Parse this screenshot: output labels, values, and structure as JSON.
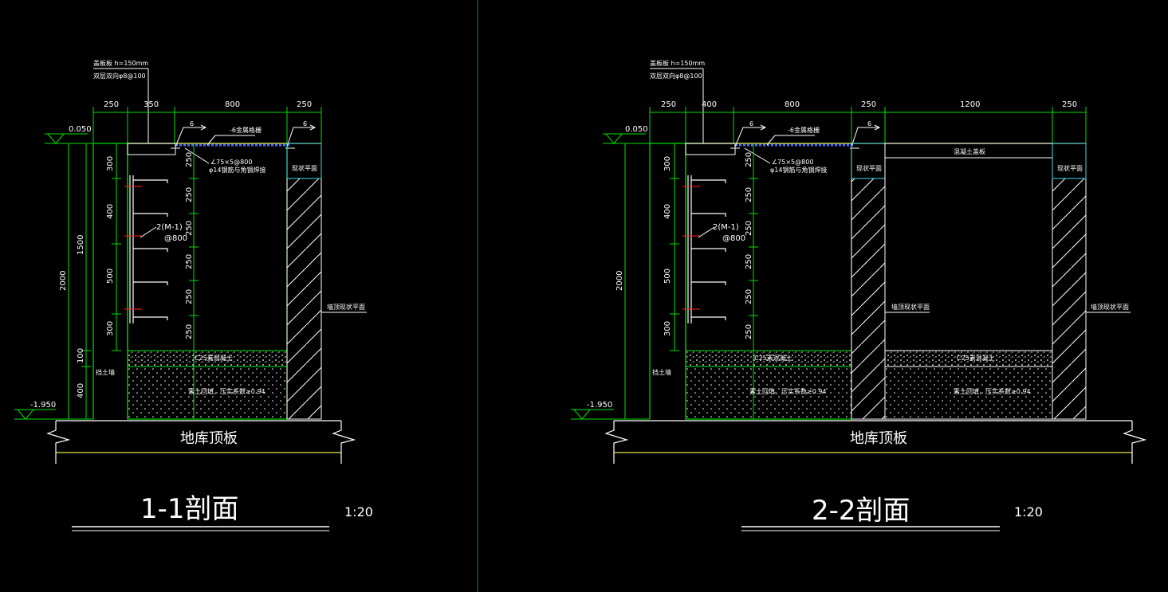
{
  "colors": {
    "background": "#000000",
    "green": "#00e000",
    "white": "#ffffff",
    "yellow": "#e8e840",
    "cyan": "#40d8e8",
    "blue": "#4a6cff",
    "red": "#ff2020",
    "viewport_divider": "#1a8a2a"
  },
  "left": {
    "note_line1": "盖板板 h=150mm",
    "note_line2": "双层双向φ8@100",
    "top_dims": [
      "250",
      "350",
      "800",
      "250"
    ],
    "elev_top": "0.050",
    "elev_bottom": "-1.950",
    "left_dims": [
      "300",
      "400",
      "500",
      "300"
    ],
    "total_dims": [
      "1500",
      "2000"
    ],
    "base_dims": [
      "100",
      "400"
    ],
    "inner_dims": [
      "250",
      "250",
      "250",
      "250",
      "250",
      "250"
    ],
    "section_mark": "6",
    "grating_label": "-6金属格栅",
    "steel_label_1": "∠75×5@800",
    "steel_label_2": "φ14钢筋与角钢焊接",
    "bracket_label_1": "2(M-1)",
    "bracket_label_2": "@800",
    "retain_wall": "挡土墙",
    "top_finish": "现状平面",
    "wall_label": "墙顶现状平面",
    "concrete_label": "C25素混凝土",
    "soil_label": "素土回填，压实系数≥0.94",
    "ground_label": "地库顶板",
    "title": "1-1剖面",
    "scale": "1:20"
  },
  "right": {
    "note_line1": "盖板板 h=150mm",
    "note_line2": "双层双向φ8@100",
    "top_dims": [
      "250",
      "400",
      "800",
      "250",
      "1200",
      "250"
    ],
    "elev_top": "0.050",
    "elev_bottom": "-1.950",
    "left_dims": [
      "300",
      "400",
      "500",
      "300"
    ],
    "total_dims": [
      "2000"
    ],
    "base_dims": [
      "100",
      "400"
    ],
    "inner_dims": [
      "250",
      "250",
      "250",
      "250",
      "250",
      "250"
    ],
    "section_mark": "6",
    "grating_label": "-6金属格栅",
    "steel_label_1": "∠75×5@800",
    "steel_label_2": "φ14钢筋与角钢焊接",
    "bracket_label_1": "2(M-1)",
    "bracket_label_2": "@800",
    "retain_wall": "挡土墙",
    "top_finish_1": "现状平面",
    "top_finish_2": "现状平面",
    "slab_label": "混凝土盖板",
    "wall_label_1": "墙顶现状平面",
    "wall_label_2": "墙顶现状平面",
    "concrete_label_1": "C25素混凝土",
    "concrete_label_2": "C25素混凝土",
    "soil_label_1": "素土回填，压实系数≥0.94",
    "soil_label_2": "素土回填，压实系数≥0.94",
    "ground_label": "地库顶板",
    "title": "2-2剖面",
    "scale": "1:20"
  }
}
